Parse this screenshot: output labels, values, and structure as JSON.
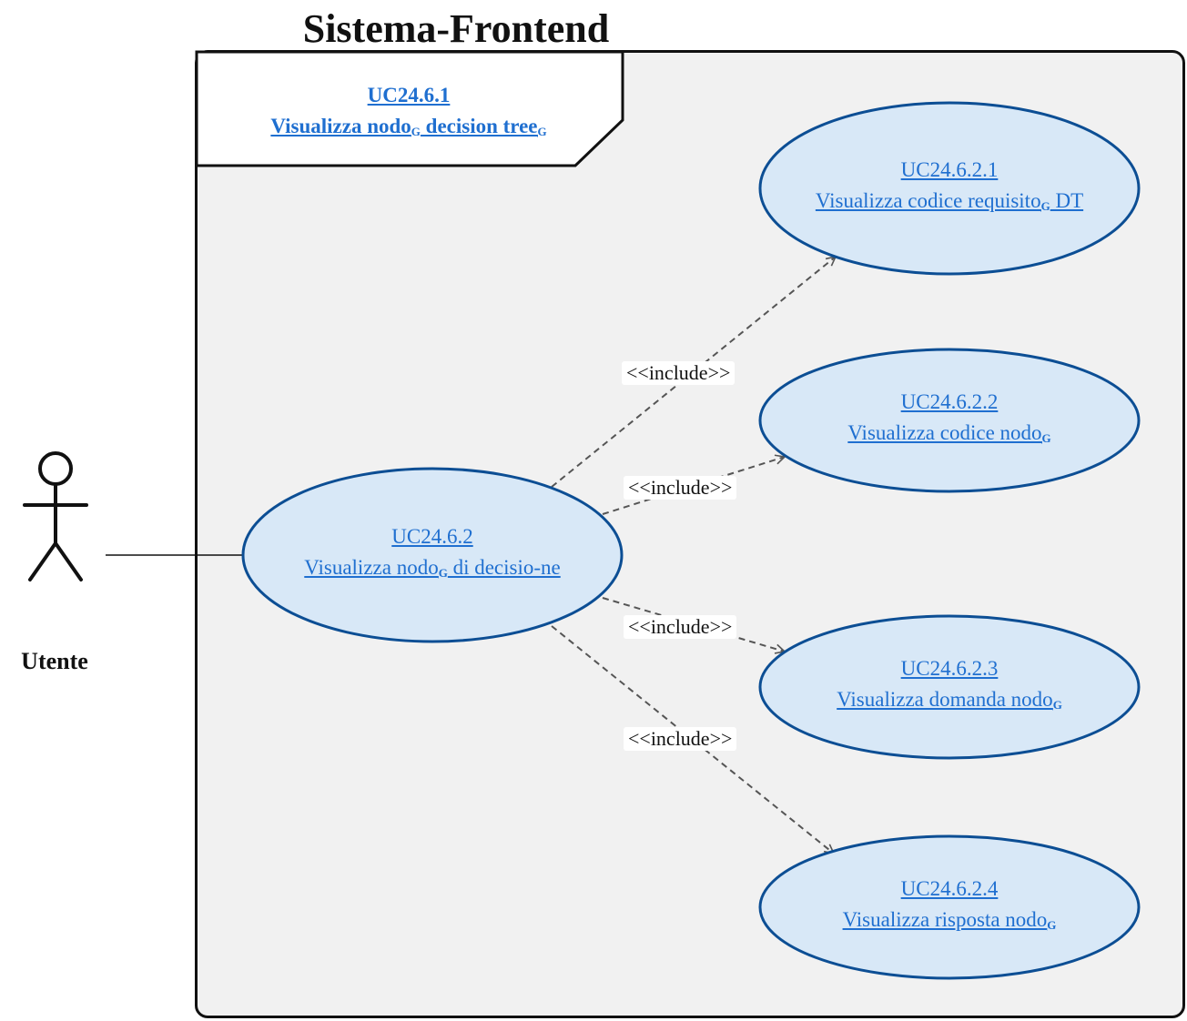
{
  "system": {
    "title": "Sistema-Frontend"
  },
  "frame": {
    "id": "UC24.6.1",
    "name": "Visualizza nodo",
    "name_sub": "G",
    "name_tail": " decision tree",
    "name_tail_sub": "G"
  },
  "actor": {
    "name": "Utente"
  },
  "main_use_case": {
    "id": "UC24.6.2",
    "name": "Visualizza nodo",
    "name_sub": "G",
    "name_tail": " di decisio-ne"
  },
  "included_use_cases": [
    {
      "id": "UC24.6.2.1",
      "name": "Visualizza codice requisito",
      "name_sub": "G",
      "name_tail": " DT"
    },
    {
      "id": "UC24.6.2.2",
      "name": "Visualizza codice nodo",
      "name_sub": "G",
      "name_tail": ""
    },
    {
      "id": "UC24.6.2.3",
      "name": "Visualizza domanda nodo",
      "name_sub": "G",
      "name_tail": ""
    },
    {
      "id": "UC24.6.2.4",
      "name": "Visualizza risposta nodo",
      "name_sub": "G",
      "name_tail": ""
    }
  ],
  "relations": [
    {
      "label": "<<include>>"
    },
    {
      "label": "<<include>>"
    },
    {
      "label": "<<include>>"
    },
    {
      "label": "<<include>>"
    }
  ],
  "colors": {
    "use_case_fill": "#d8e8f7",
    "use_case_stroke": "#0c4e94",
    "link_text": "#1f6fd0",
    "boundary_fill": "#f1f1f1",
    "dashed_line": "#555555"
  }
}
